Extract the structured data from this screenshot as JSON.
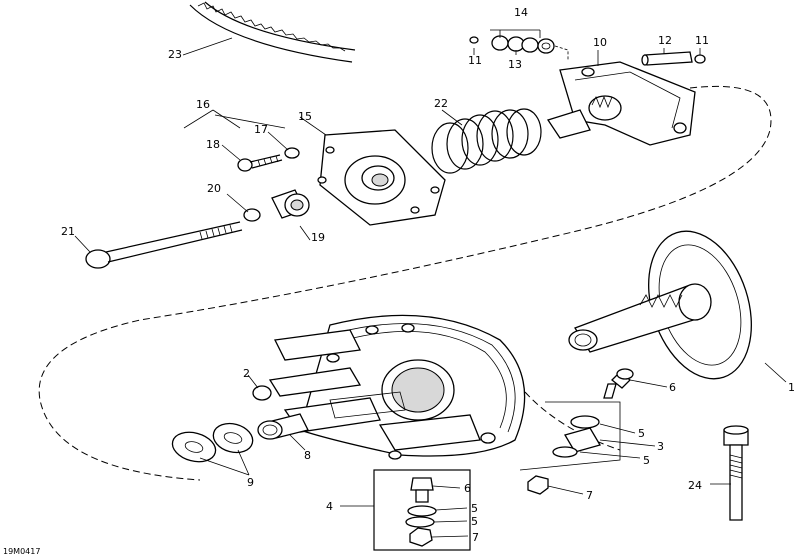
{
  "diagram": {
    "code": "19M0417",
    "labels": {
      "l1": "1",
      "l2": "2",
      "l3": "3",
      "l4": "4",
      "l5a": "5",
      "l5b": "5",
      "l5c": "5",
      "l5d": "5",
      "l6a": "6",
      "l6b": "6",
      "l7a": "7",
      "l7b": "7",
      "l8": "8",
      "l9": "9",
      "l10": "10",
      "l11a": "11",
      "l11b": "11",
      "l12": "12",
      "l13": "13",
      "l14": "14",
      "l15": "15",
      "l16": "16",
      "l17": "17",
      "l18": "18",
      "l19": "19",
      "l20": "20",
      "l21": "21",
      "l22": "22",
      "l23": "23",
      "l24": "24"
    }
  }
}
